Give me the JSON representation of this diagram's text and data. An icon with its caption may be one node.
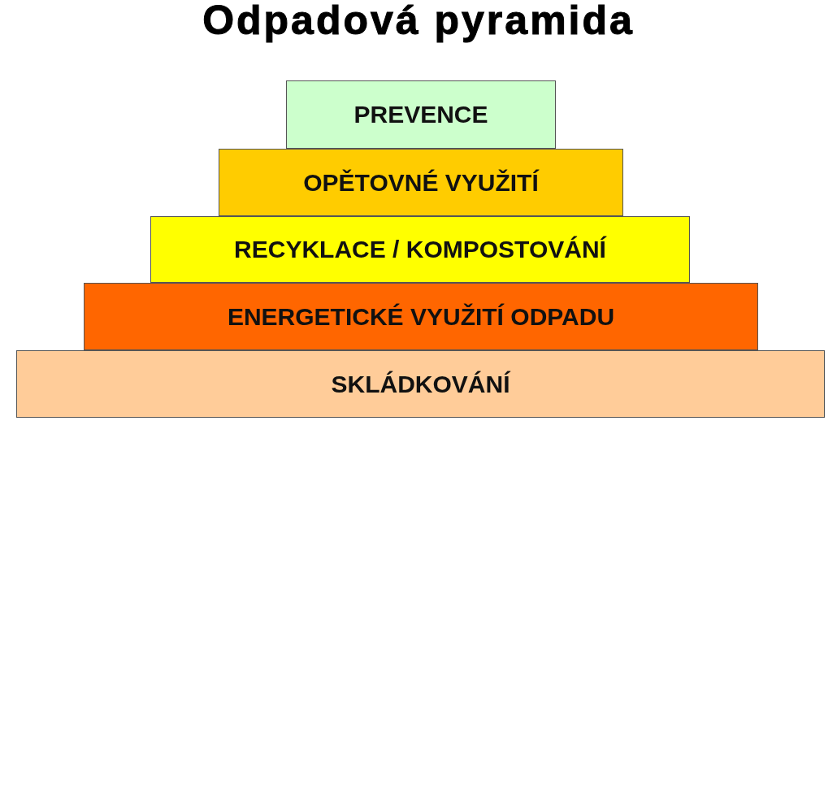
{
  "diagram": {
    "title": "Odpadová pyramida",
    "nodes": [
      {
        "text": [
          "PREVENCE"
        ]
      },
      {
        "text": [
          "OPĚTOVNÉ VYUŽITÍ"
        ]
      },
      {
        "text": [
          "RECYKLACE / KOMPOSTOVÁNÍ"
        ]
      },
      {
        "text": [
          "ENERGETICKÉ VYUŽITÍ ODPADU"
        ]
      },
      {
        "text": [
          "SKLÁDKOVÁNÍ"
        ]
      }
    ]
  }
}
